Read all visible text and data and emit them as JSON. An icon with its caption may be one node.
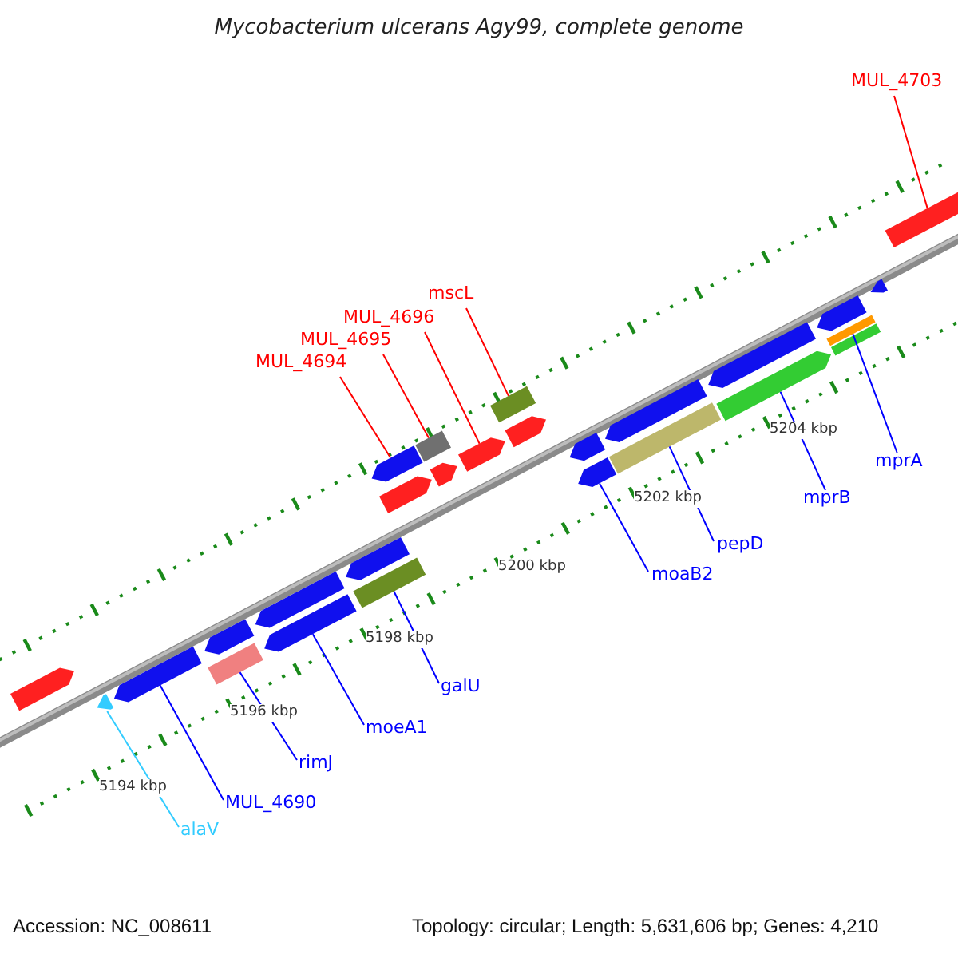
{
  "diagram": {
    "title": "Mycobacterium ulcerans Agy99, complete genome",
    "nodes": [
      {
        "text": [
          "MUL_4703"
        ]
      },
      {
        "text": [
          "mscL"
        ]
      },
      {
        "text": [
          "MUL_4696"
        ]
      },
      {
        "text": [
          "MUL_4695"
        ]
      },
      {
        "text": [
          "MUL_4694"
        ]
      },
      {
        "text": [
          "mprA"
        ]
      },
      {
        "text": [
          "mprB"
        ]
      },
      {
        "text": [
          "pepD"
        ]
      },
      {
        "text": [
          "moaB2"
        ]
      },
      {
        "text": [
          "galU"
        ]
      },
      {
        "text": [
          "moeA1"
        ]
      },
      {
        "text": [
          "rimJ"
        ]
      },
      {
        "text": [
          "MUL_4690"
        ]
      },
      {
        "text": [
          "alaV"
        ]
      },
      {
        "text": [],
        "shape": "arrow"
      },
      {
        "text": [],
        "shape": "arrow"
      },
      {
        "text": [],
        "shape": "arrow"
      },
      {
        "text": [],
        "shape": "box"
      },
      {
        "text": [],
        "shape": "arrow"
      },
      {
        "text": [],
        "shape": "arrow"
      },
      {
        "text": [],
        "shape": "arrow"
      },
      {
        "text": [],
        "shape": "arrow"
      },
      {
        "text": [],
        "shape": "box"
      },
      {
        "text": [],
        "shape": "arrow"
      },
      {
        "text": [],
        "shape": "arrow"
      },
      {
        "text": [],
        "shape": "box"
      },
      {
        "text": [],
        "shape": "arrow"
      },
      {
        "text": [],
        "shape": "arrow"
      },
      {
        "text": [],
        "shape": "box"
      },
      {
        "text": [],
        "shape": "arrow"
      },
      {
        "text": [],
        "shape": "arrow"
      },
      {
        "text": [],
        "shape": "arrow"
      },
      {
        "text": [],
        "shape": "box"
      },
      {
        "text": [],
        "shape": "arrow"
      },
      {
        "text": [],
        "shape": "arrow"
      },
      {
        "text": [],
        "shape": "arrow"
      },
      {
        "text": [],
        "shape": "arrow"
      },
      {
        "text": [],
        "shape": "box"
      },
      {
        "text": [],
        "shape": "box"
      },
      {
        "text": [],
        "shape": "arrow"
      },
      {
        "text": [],
        "shape": "arrow"
      }
    ],
    "edges": [
      {
        "from": 0,
        "to": 40,
        "arrow": "none",
        "color": "#ff0000"
      },
      {
        "from": 1,
        "to": 28,
        "arrow": "none",
        "color": "#ff0000"
      },
      {
        "from": 2,
        "to": 27,
        "arrow": "none",
        "color": "#ff0000"
      },
      {
        "from": 3,
        "to": 25,
        "arrow": "none",
        "color": "#ff0000"
      },
      {
        "from": 4,
        "to": 24,
        "arrow": "none",
        "color": "#ff0000"
      },
      {
        "from": 5,
        "to": 37,
        "arrow": "none"
      },
      {
        "from": 6,
        "to": 34,
        "arrow": "none"
      },
      {
        "from": 7,
        "to": 32,
        "arrow": "none"
      },
      {
        "from": 8,
        "to": 30,
        "arrow": "none"
      },
      {
        "from": 9,
        "to": 22,
        "arrow": "none"
      },
      {
        "from": 10,
        "to": 19,
        "arrow": "none"
      },
      {
        "from": 11,
        "to": 17,
        "arrow": "none"
      },
      {
        "from": 12,
        "to": 16,
        "arrow": "none"
      },
      {
        "from": 13,
        "to": 15,
        "arrow": "none",
        "color": "#33ccff"
      }
    ],
    "labels": [
      "5194 kbp",
      "5196 kbp",
      "5198 kbp",
      "5200 kbp",
      "5202 kbp",
      "5204 kbp",
      "Accession: NC_008611",
      "Topology: circular; Length: 5,631,606 bp; Genes: 4,210"
    ]
  }
}
